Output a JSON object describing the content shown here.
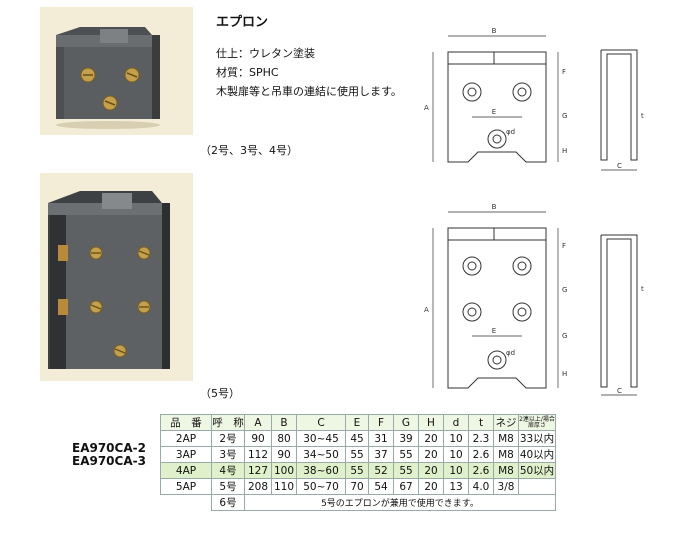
{
  "product": {
    "title": "エプロン",
    "specs": [
      "仕上：ウレタン塗装",
      "材質：SPHC",
      "木製扉等と吊車の連結に使用します。"
    ],
    "caption_small": "（2号、3号、4号）",
    "caption_large": "（5号）"
  },
  "drawing": {
    "dims": [
      "A",
      "B",
      "C",
      "E",
      "F",
      "G",
      "H",
      "t",
      "φd"
    ]
  },
  "codes": [
    "EA970CA-2",
    "EA970CA-3"
  ],
  "table": {
    "headers": [
      "品　番",
      "呼　称",
      "A",
      "B",
      "C",
      "E",
      "F",
      "G",
      "H",
      "d",
      "t",
      "ネジ"
    ],
    "last_header": [
      "2連以上/場合",
      "扉厚さ"
    ],
    "rows": [
      [
        "2AP",
        "2号",
        "90",
        "80",
        "30~45",
        "45",
        "31",
        "39",
        "20",
        "10",
        "2.3",
        "M8",
        "33以内"
      ],
      [
        "3AP",
        "3号",
        "112",
        "90",
        "34~50",
        "55",
        "37",
        "55",
        "20",
        "10",
        "2.6",
        "M8",
        "40以内"
      ],
      [
        "4AP",
        "4号",
        "127",
        "100",
        "38~60",
        "55",
        "52",
        "55",
        "20",
        "10",
        "2.6",
        "M8",
        "50以内"
      ],
      [
        "5AP",
        "5号",
        "208",
        "110",
        "50~70",
        "70",
        "54",
        "67",
        "20",
        "13",
        "4.0",
        "3/8",
        ""
      ]
    ],
    "note_row": {
      "call": "6号",
      "note": "5号のエプロンが兼用で使用できます。"
    }
  },
  "colors": {
    "header_bg": "#eef6e4",
    "highlight_bg": "#dff0ca",
    "photo_bg": "#f3ecd6",
    "metal": "#55585a",
    "bolt": "#b88a3a"
  }
}
